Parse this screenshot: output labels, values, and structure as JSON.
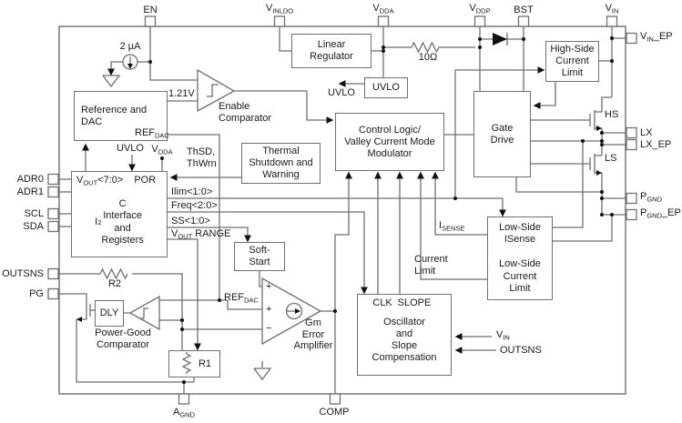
{
  "colors": {
    "wire": "#6f6f6f",
    "text": "#1a1a1a",
    "arrow": "#111111",
    "background": "#ffffff"
  },
  "pins": {
    "top": {
      "en": "EN",
      "vinldo": [
        {
          "t": "V"
        },
        {
          "t": "INLDO",
          "sub": true
        }
      ],
      "vdda": [
        {
          "t": "V"
        },
        {
          "t": "DDA",
          "sub": true
        }
      ],
      "vddp": [
        {
          "t": "V"
        },
        {
          "t": "DDP",
          "sub": true
        }
      ],
      "bst": "BST",
      "vin": [
        {
          "t": "V"
        },
        {
          "t": "IN",
          "sub": true
        }
      ]
    },
    "right": {
      "vin_ep": [
        {
          "t": "V"
        },
        {
          "t": "IN",
          "sub": true
        },
        {
          "t": "_EP"
        }
      ],
      "lx": "LX",
      "lx_ep": "LX_EP",
      "pgnd": [
        {
          "t": "P"
        },
        {
          "t": "GND",
          "sub": true
        }
      ],
      "pgnd_ep": [
        {
          "t": "P"
        },
        {
          "t": "GND",
          "sub": true
        },
        {
          "t": "_EP"
        }
      ]
    },
    "left": {
      "adr0": "ADR0",
      "adr1": "ADR1",
      "scl": "SCL",
      "sda": "SDA",
      "outsns": "OUTSNS",
      "pg": "PG"
    },
    "bottom": {
      "agnd": [
        {
          "t": "A"
        },
        {
          "t": "GND",
          "sub": true
        }
      ],
      "comp": "COMP"
    }
  },
  "blocks": {
    "reference_dac": {
      "title": "Reference and\nDAC"
    },
    "i2c": {
      "vout": [
        {
          "t": "V"
        },
        {
          "t": "OUT",
          "sub": true
        },
        {
          "t": "<7:0>"
        }
      ],
      "por": "POR",
      "body": [
        {
          "t": "I"
        },
        {
          "t": "2",
          "sup": true
        },
        {
          "t": "C\nInterface\nand\nRegisters"
        }
      ]
    },
    "thermal": {
      "title": "Thermal\nShutdown and\nWarning"
    },
    "linear_regulator": {
      "title": "Linear\nRegulator"
    },
    "uvlo": {
      "title": "UVLO"
    },
    "control_logic": {
      "title": "Control Logic/\nValley Current Mode\nModulator"
    },
    "gate_drive": {
      "title": "Gate\nDrive"
    },
    "hs_current_limit": {
      "title": "High-Side\nCurrent\nLimit"
    },
    "soft_start": {
      "title": "Soft-\nStart"
    },
    "oscillator": {
      "clk": "CLK",
      "slope": "SLOPE",
      "title": "Oscillator\nand\nSlope\nCompensation"
    },
    "low_side": {
      "title": "Low-Side\nISense\n\nLow-Side\nCurrent\nLimit"
    },
    "dly": {
      "title": "DLY"
    },
    "r1": {
      "title": "R1"
    }
  },
  "labels": {
    "bias_current": "2 µA",
    "vref": "1.21V",
    "enable_comparator": "Enable\nComparator",
    "uvlo_out": "UVLO",
    "resistor_10": "10Ω",
    "uvlo_in": "UVLO",
    "vdda_in": [
      {
        "t": "V"
      },
      {
        "t": "DDA",
        "sub": true
      }
    ],
    "thsd": "ThSD,\nThWrn",
    "ilim": "Ilim<1:0>",
    "freq": "Freq<2:0>",
    "ss": "SS<1:0>",
    "vout_range": [
      {
        "t": "V"
      },
      {
        "t": "OUT",
        "sub": true
      },
      {
        "t": " RANGE"
      }
    ],
    "refdac_block": [
      {
        "t": "REF"
      },
      {
        "t": "DAC",
        "sub": true
      }
    ],
    "refdac_node": [
      {
        "t": "REF"
      },
      {
        "t": "DAC",
        "sub": true
      }
    ],
    "r2": "R2",
    "power_good": "Power-Good\nComparator",
    "gm": "Gm\nError\nAmplifier",
    "plus": "+",
    "minus": "−",
    "current_limit": "Current\nLimit",
    "isense": [
      {
        "t": "I"
      },
      {
        "t": "SENSE",
        "sub": true
      }
    ],
    "osc_vin": [
      {
        "t": "V"
      },
      {
        "t": "IN",
        "sub": true
      }
    ],
    "osc_outsns": "OUTSNS",
    "hs": "HS",
    "ls": "LS"
  }
}
